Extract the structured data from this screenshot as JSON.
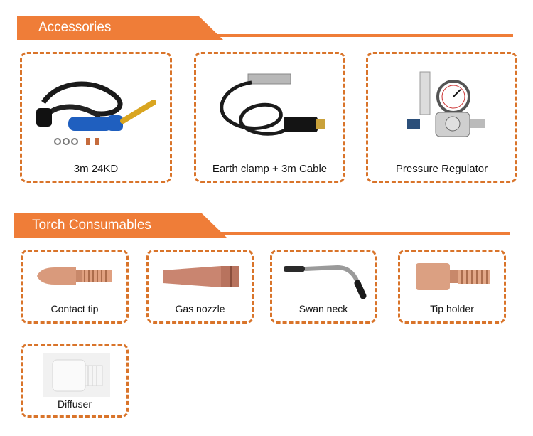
{
  "sections": {
    "accessories": {
      "title": "Accessories",
      "items": [
        {
          "label": "3m 24KD"
        },
        {
          "label": "Earth clamp + 3m Cable"
        },
        {
          "label": "Pressure Regulator"
        }
      ]
    },
    "torch_consumables": {
      "title": "Torch Consumables",
      "items": [
        {
          "label": "Contact tip"
        },
        {
          "label": "Gas nozzle"
        },
        {
          "label": "Swan neck"
        },
        {
          "label": "Tip holder"
        },
        {
          "label": "Diffuser"
        }
      ]
    }
  },
  "colors": {
    "accent": "#ef7d38",
    "card_border": "#d9742a"
  }
}
